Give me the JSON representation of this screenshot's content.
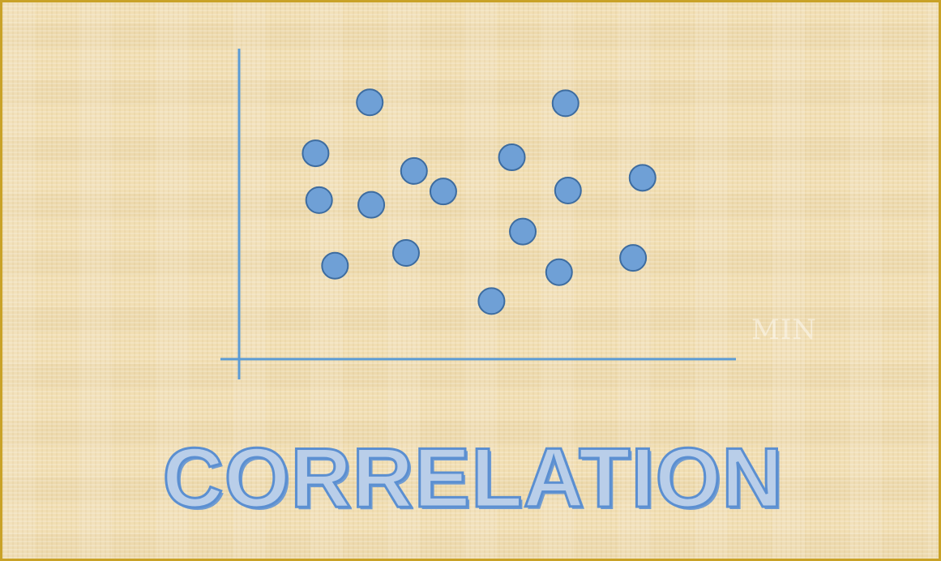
{
  "slide": {
    "title": "CORRELATION",
    "watermark": "MIN"
  },
  "colors": {
    "background": "#f1deb3",
    "border": "#c9a227",
    "axis": "#5b9bd5",
    "point_fill": "#6fa0d6",
    "point_stroke": "#3d6ca0",
    "title_fill": "#b9cee9",
    "title_stroke": "#5b8fd1"
  },
  "chart_data": {
    "type": "scatter",
    "title": "",
    "xlabel": "",
    "ylabel": "",
    "xlim": [
      0,
      10
    ],
    "ylim": [
      0,
      10
    ],
    "grid": false,
    "points": [
      {
        "x": 2.63,
        "y": 8.27
      },
      {
        "x": 6.57,
        "y": 8.24
      },
      {
        "x": 1.54,
        "y": 6.63
      },
      {
        "x": 3.52,
        "y": 6.06
      },
      {
        "x": 5.49,
        "y": 6.5
      },
      {
        "x": 8.12,
        "y": 5.84
      },
      {
        "x": 1.61,
        "y": 5.12
      },
      {
        "x": 2.66,
        "y": 4.97
      },
      {
        "x": 4.11,
        "y": 5.4
      },
      {
        "x": 6.62,
        "y": 5.43
      },
      {
        "x": 5.71,
        "y": 4.11
      },
      {
        "x": 1.93,
        "y": 3.01
      },
      {
        "x": 3.36,
        "y": 3.42
      },
      {
        "x": 6.44,
        "y": 2.8
      },
      {
        "x": 7.93,
        "y": 3.26
      },
      {
        "x": 5.08,
        "y": 1.87
      }
    ]
  }
}
